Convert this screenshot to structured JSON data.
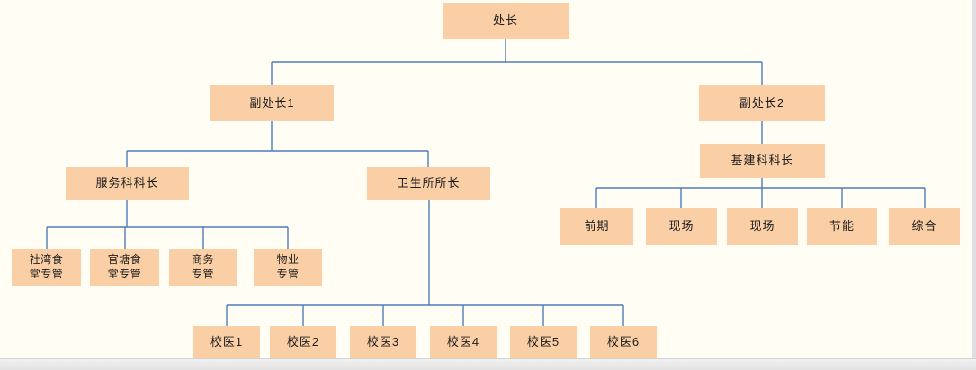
{
  "colors": {
    "box_fill": "#FBCFA6",
    "connector": "#4E7DB8",
    "page_background": "#FFFDF4",
    "page_edge": "#E0E0E0"
  },
  "org": {
    "director": "处长",
    "deputy1": "副处长1",
    "deputy2": "副处长2",
    "service_section_chief": "服务科科长",
    "clinic_director": "卫生所所长",
    "construction_section_chief": "基建科科长",
    "canteen_shewan": {
      "line1": "社湾食",
      "line2": "堂专管"
    },
    "canteen_guantang": {
      "line1": "官塘食",
      "line2": "堂专管"
    },
    "business_manager": {
      "line1": "商务",
      "line2": "专管"
    },
    "property_manager": {
      "line1": "物业",
      "line2": "专管"
    },
    "pre_stage": "前期",
    "onsite_1": "现场",
    "onsite_2": "现场",
    "energy_saving": "节能",
    "general_affairs": "综合",
    "school_doctor_1": "校医1",
    "school_doctor_2": "校医2",
    "school_doctor_3": "校医3",
    "school_doctor_4": "校医4",
    "school_doctor_5": "校医5",
    "school_doctor_6": "校医6"
  }
}
